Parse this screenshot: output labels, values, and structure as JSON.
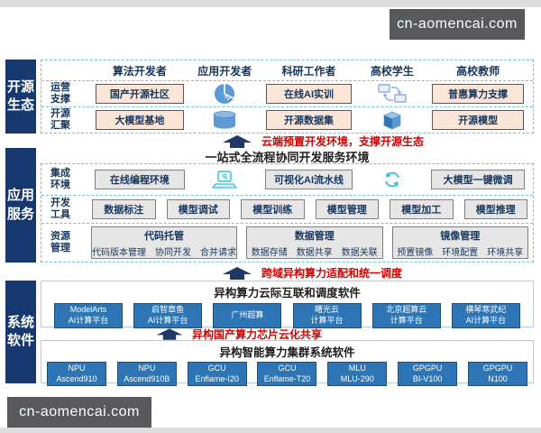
{
  "watermark": {
    "text": "cn-aomencai.com"
  },
  "colors": {
    "navy": "#17386e",
    "red": "#d40000",
    "blue_box": "#2e75b6",
    "peach_box": "#fbe5d6",
    "gray_box": "#e7e6e6"
  },
  "ecosystem": {
    "label": "开源生态",
    "roles": [
      "算法开发者",
      "应用开发者",
      "科研工作者",
      "高校学生",
      "高校教师"
    ],
    "row1": {
      "label": "运营支撑",
      "items": [
        "国产开源社区",
        "在线AI实训",
        "普惠算力支撑"
      ]
    },
    "row2": {
      "label": "开源汇聚",
      "items": [
        "大模型基地",
        "开源数据集",
        "开源模型"
      ]
    },
    "icons": {
      "row1_mid1": "pie-chart",
      "row1_mid2": "sync-arrows",
      "row2_mid1": "database-cylinder",
      "row2_mid2": "cube"
    }
  },
  "arrows": {
    "arrow1": "云端预置开发环境，支撑开源生态",
    "arrow2": "跨域异构算力适配和统一调度",
    "arrow3": "异构国产算力芯片云化共享"
  },
  "services": {
    "label": "应用服务",
    "title": "一站式全流程协同开发服务环境",
    "row1": {
      "label": "集成环境",
      "items": [
        "在线编程环境",
        "可视化AI流水线",
        "大模型一键微调"
      ]
    },
    "row2": {
      "label": "开发工具",
      "items": [
        "数据标注",
        "模型调试",
        "模型训练",
        "模型管理",
        "模型加工",
        "模型推理"
      ]
    },
    "row3": {
      "label": "资源管理",
      "groups": [
        {
          "title": "代码托管",
          "items": [
            "代码版本管理",
            "协同开发",
            "合并请求"
          ]
        },
        {
          "title": "数据管理",
          "items": [
            "数据存储",
            "数据共享",
            "数据关联"
          ]
        },
        {
          "title": "镜像管理",
          "items": [
            "预置镜像",
            "环境配置",
            "环境共享"
          ]
        }
      ]
    },
    "icons": {
      "row1_mid1": "laptop",
      "row1_mid2": "refresh-cycle"
    }
  },
  "system": {
    "label": "系统软件",
    "cloud_title": "异构算力云际互联和调度软件",
    "cloud_platforms": [
      {
        "line1": "ModelArts",
        "line2": "AI计算平台"
      },
      {
        "line1": "启智章鱼",
        "line2": "AI计算平台"
      },
      {
        "line1": "广州超算",
        "line2": ""
      },
      {
        "line1": "曙光云",
        "line2": "计算平台"
      },
      {
        "line1": "北京超算云",
        "line2": "计算平台"
      },
      {
        "line1": "横琴寒武纪",
        "line2": "AI计算平台"
      }
    ],
    "cluster_title": "异构智能算力集群系统软件",
    "chips": [
      {
        "line1": "NPU",
        "line2": "Ascend910"
      },
      {
        "line1": "NPU",
        "line2": "Ascend910B"
      },
      {
        "line1": "GCU",
        "line2": "Enflame-I20"
      },
      {
        "line1": "GCU",
        "line2": "Enflame-T20"
      },
      {
        "line1": "MLU",
        "line2": "MLU-290"
      },
      {
        "line1": "GPGPU",
        "line2": "BI-V100"
      },
      {
        "line1": "GPGPU",
        "line2": "N100"
      }
    ]
  }
}
